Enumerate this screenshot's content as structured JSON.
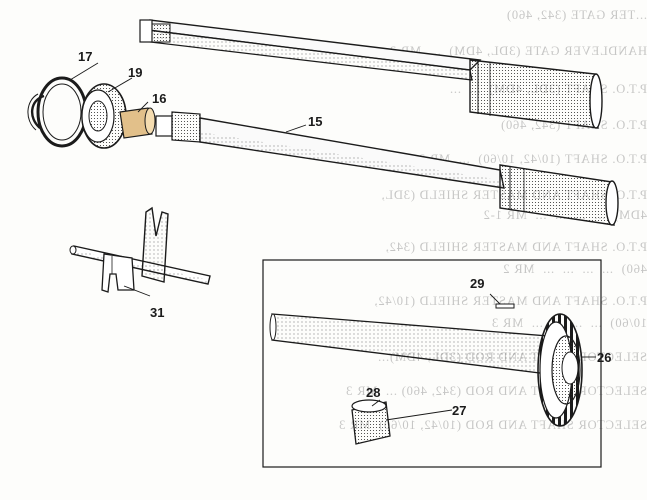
{
  "bleed_text": [
    "...TER GATE (342, 460)",
    "HANDLEVER GATE (3DL, 4DM)  ...  MR 3",
    "P.T.O. SHAFT (3DL, 4DM)  ...  ...",
    "P.T.O. SHAFT (342, 460)",
    "P.T.O. SHAFT (10/42, 10/60)  ...  MR 3",
    "P.T.O. SHAFT AND MASTER SHIELD (3DL,",
    "4DM)  ...  ...  ...  ...  MR 1-2",
    "P.T.O. SHAFT AND MASTER SHIELD (342,",
    "460)  ...  ...  ...  ...  MR 2",
    "P.T.O. SHAFT AND MASTER SHIELD (10/42,",
    "10/60)  ...  ...  ...  ...  MR 3",
    "SELECTOR SHAFT AND ROD (3DL, 4DM)...",
    "SELECTOR SHAFT AND ROD (342, 460) ...  MR 3",
    "SELECTOR SHAFT AND ROD (10/42, 10/60)  MR 3"
  ],
  "callouts": {
    "c15": "15",
    "c16": "16",
    "c17": "17",
    "c19": "19",
    "c26": "26",
    "c27": "27",
    "c28": "28",
    "c29": "29",
    "c31": "31"
  },
  "colors": {
    "ink": "#1b1b1b",
    "bushing": "#e2c08a",
    "bleed": "#9a9a9a"
  }
}
